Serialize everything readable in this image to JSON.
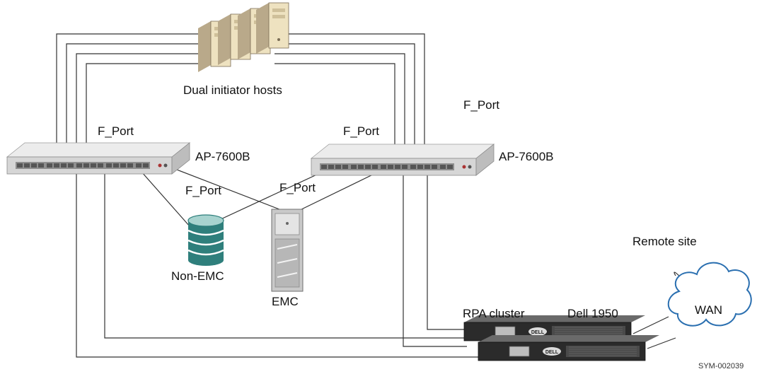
{
  "labels": {
    "hosts": "Dual initiator hosts",
    "fport_top_right": "F_Port",
    "fport_left_switch": "F_Port",
    "fport_right_switch": "F_Port",
    "fport_center_left": "F_Port",
    "fport_center_right": "F_Port",
    "switch_left": "AP-7600B",
    "switch_right": "AP-7600B",
    "non_emc": "Non-EMC",
    "emc": "EMC",
    "remote_site": "Remote site",
    "wan": "WAN",
    "rpa_cluster": "RPA cluster",
    "dell": "Dell 1950",
    "server_badge": "DELL",
    "figure_id": "SYM-002039"
  },
  "colors": {
    "line": "#333333",
    "switch_body": "#d9d9d9",
    "storage_teal": "#2f7f7c",
    "host_tan": "#e8dcb5",
    "server_dark": "#2b2b2b"
  }
}
